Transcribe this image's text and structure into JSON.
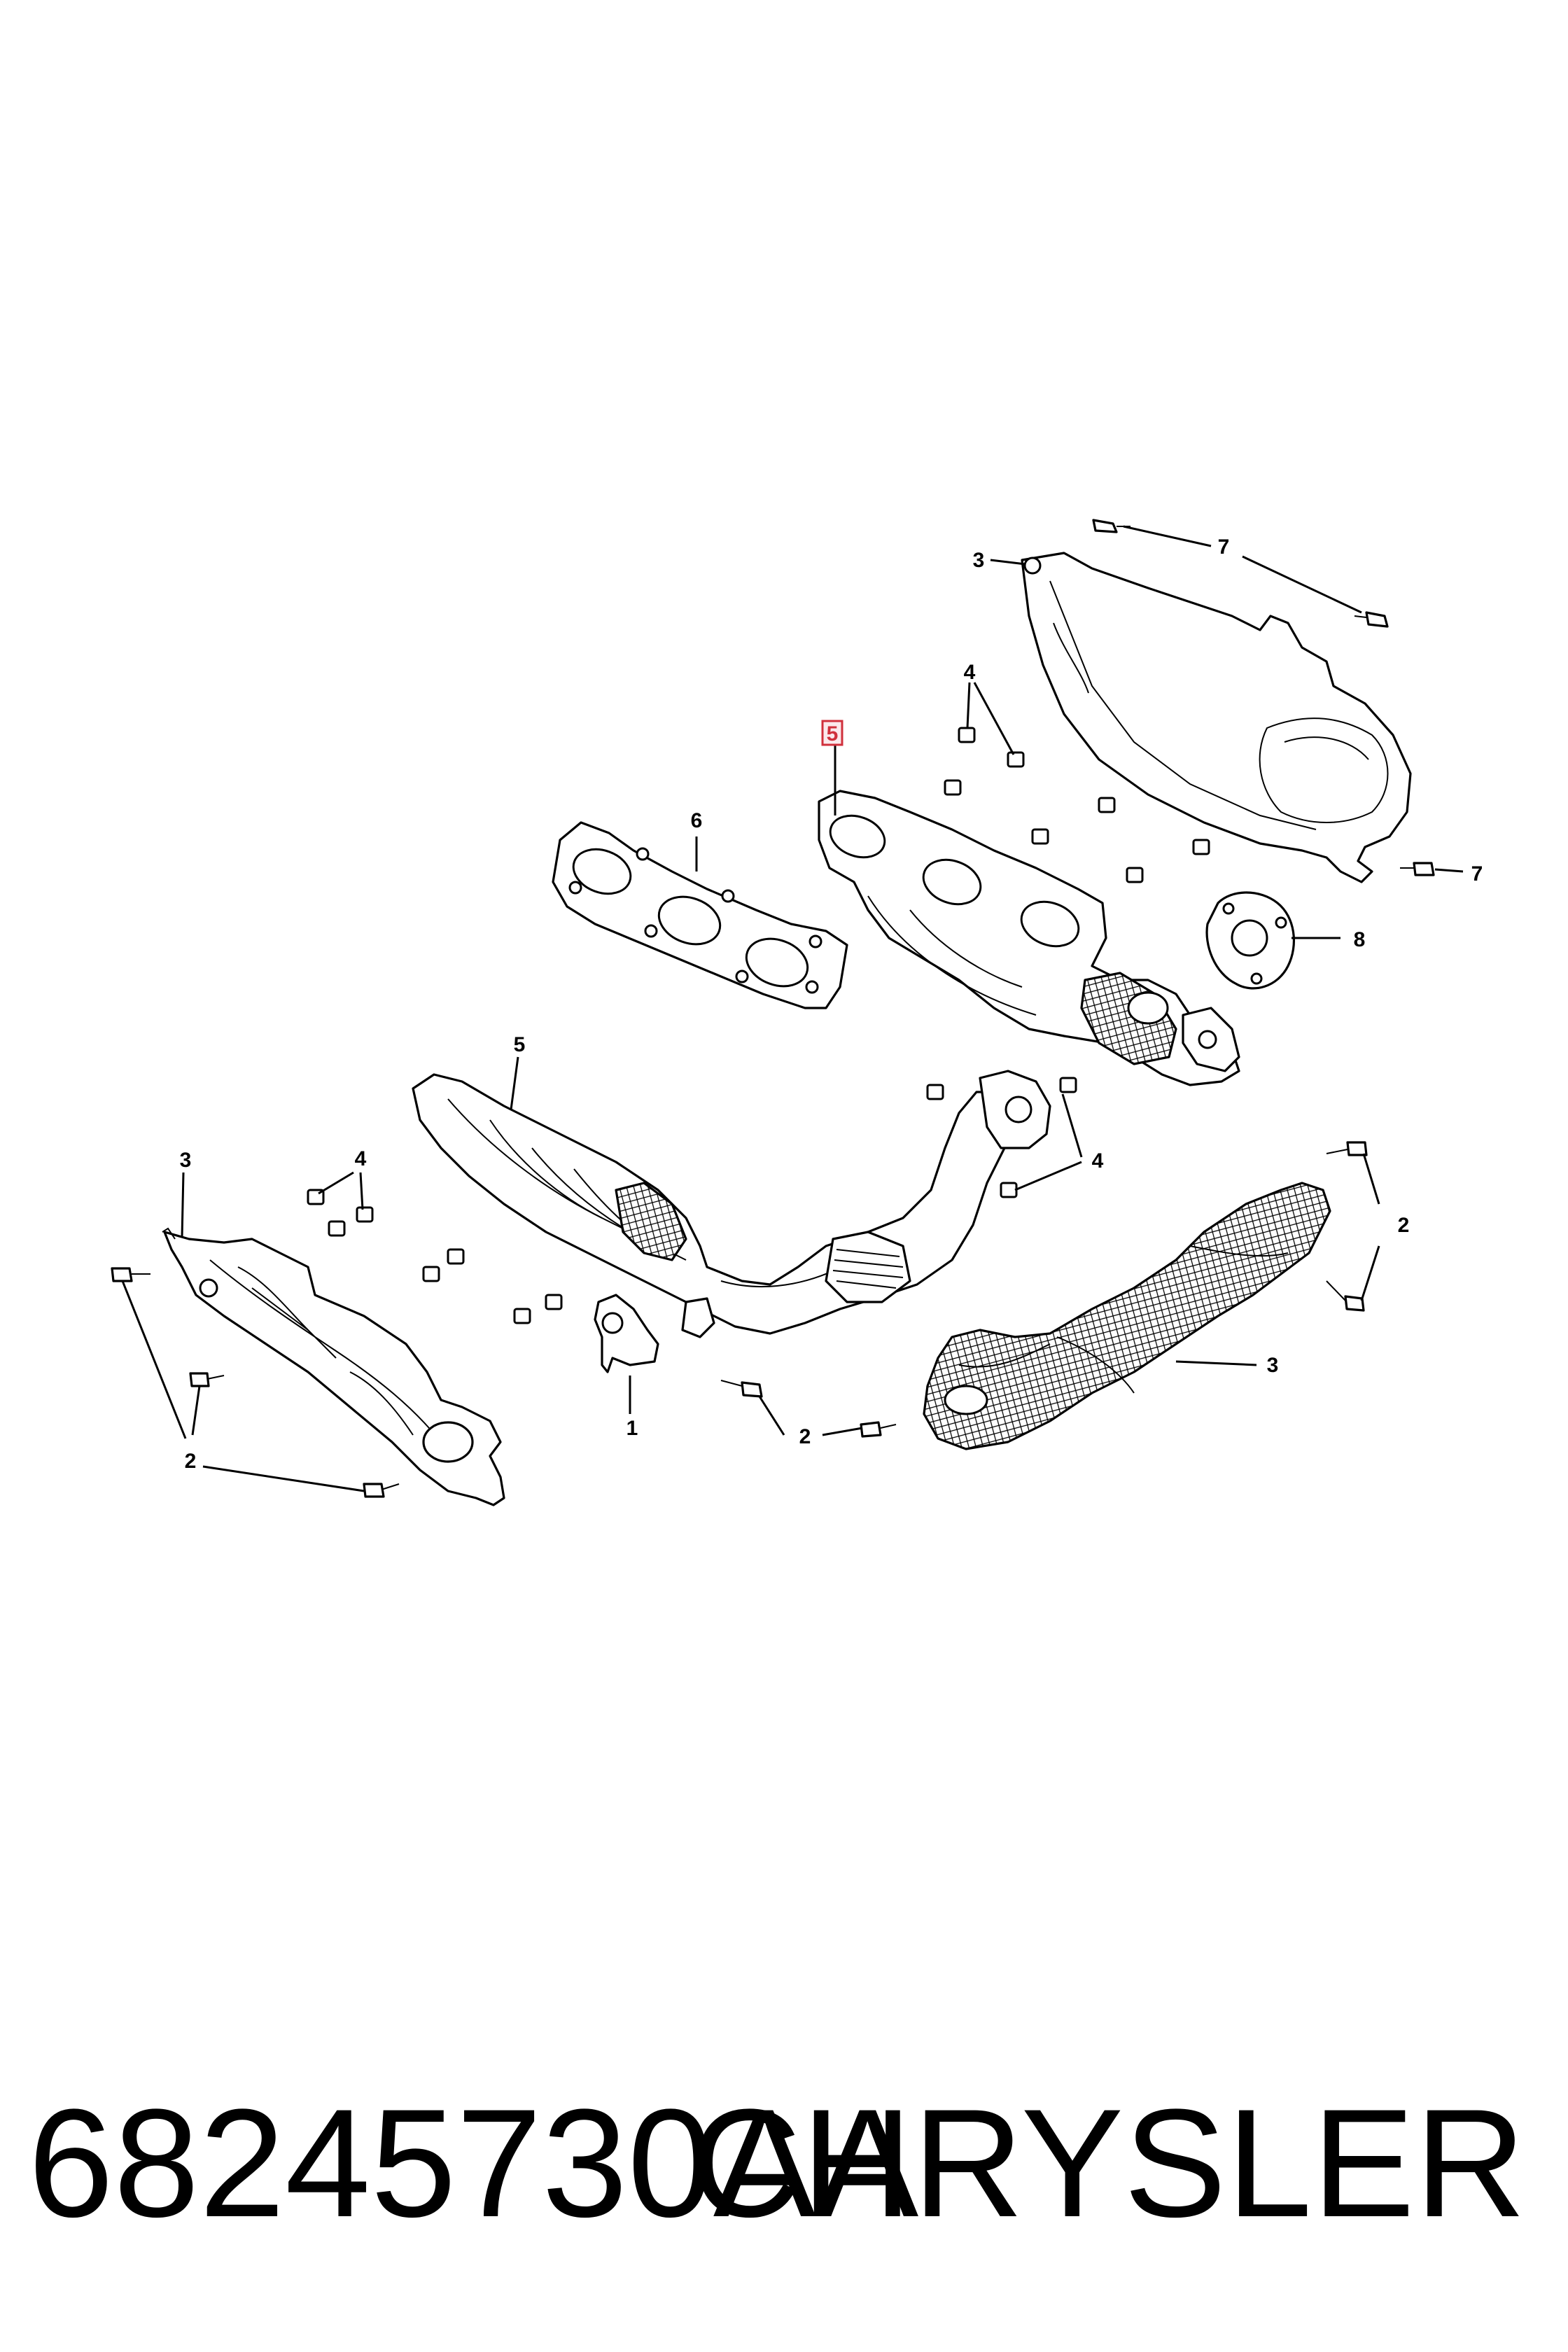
{
  "diagram": {
    "callouts": {
      "c1": "1",
      "c2a": "2",
      "c2b": "2",
      "c2c": "2",
      "c3a": "3",
      "c3b": "3",
      "c3c": "3",
      "c4a": "4",
      "c4b": "4",
      "c4c": "4",
      "c5a": "5",
      "c5b": "5",
      "c6": "6",
      "c7a": "7",
      "c7b": "7",
      "c8": "8"
    },
    "highlight_color": "#d0303c"
  },
  "footer": {
    "part_number": "68245730AA",
    "brand": "CHRYSLER"
  }
}
